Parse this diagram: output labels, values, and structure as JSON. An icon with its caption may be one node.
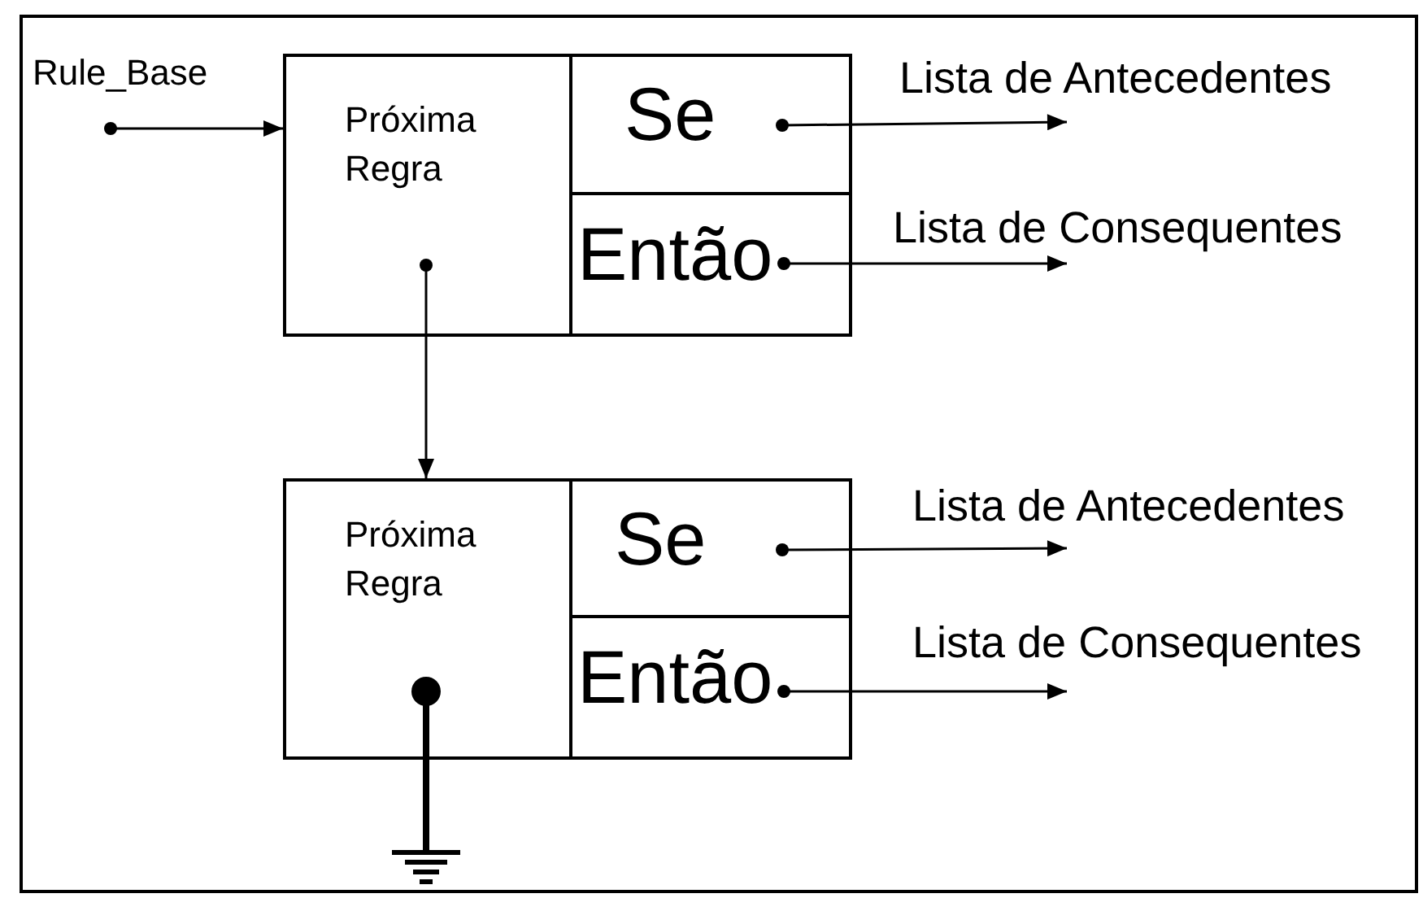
{
  "diagram": {
    "nodes": [
      {
        "text": [
          "Rule_Base"
        ]
      },
      {
        "text": [
          "Próxima Regra"
        ]
      },
      {
        "text": [
          "Se"
        ]
      },
      {
        "text": [
          "Lista de Antecedentes"
        ]
      },
      {
        "text": [
          "Então"
        ]
      },
      {
        "text": [
          "Lista de Consequentes"
        ]
      },
      {
        "text": [
          "Próxima Regra"
        ]
      },
      {
        "text": [
          "Se"
        ]
      },
      {
        "text": [
          "Lista de Antecedentes"
        ]
      },
      {
        "text": [
          "Então"
        ]
      },
      {
        "text": [
          "Lista de Consequentes"
        ]
      },
      {
        "text": [],
        "shape": "ground"
      }
    ],
    "edges": [
      {
        "from": 0,
        "to": 1,
        "arrow": "to"
      },
      {
        "from": 2,
        "to": 3,
        "arrow": "to"
      },
      {
        "from": 4,
        "to": 5,
        "arrow": "to"
      },
      {
        "from": 1,
        "to": 6,
        "arrow": "to"
      },
      {
        "from": 7,
        "to": 8,
        "arrow": "to"
      },
      {
        "from": 9,
        "to": 10,
        "arrow": "to"
      },
      {
        "from": 6,
        "to": 11,
        "arrow": "other",
        "style": "thick"
      }
    ]
  }
}
